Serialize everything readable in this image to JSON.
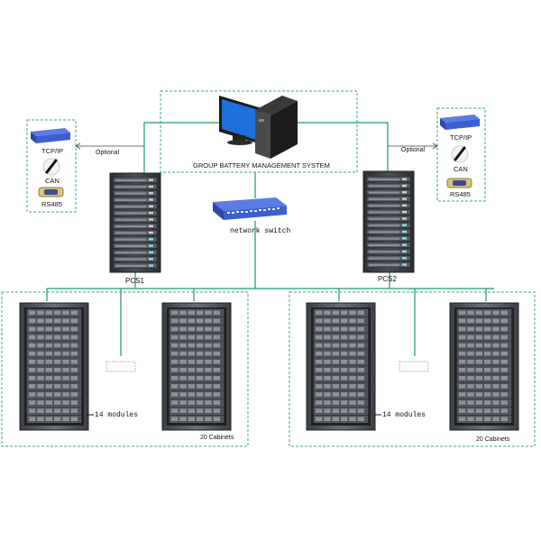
{
  "bms": {
    "title": "GROUP BATTERY MANAGEMENT SYSTEM"
  },
  "switch": {
    "label": "network switch"
  },
  "pcs": [
    {
      "label": "PCS1"
    },
    {
      "label": "PCS2"
    }
  ],
  "interfaces_left": {
    "optional": "Optional",
    "items": [
      "TCP/IP",
      "CAN",
      "RS485"
    ]
  },
  "interfaces_right": {
    "optional": "Optional",
    "items": [
      "TCP/IP",
      "CAN",
      "RS485"
    ]
  },
  "groups": [
    {
      "modules": "14 modules",
      "cabinets": "20 Cabinets"
    },
    {
      "modules": "14 modules",
      "cabinets": "20 Cabinets"
    }
  ],
  "colors": {
    "line": "#1a9a6c",
    "dashed": "#3aaa7a",
    "rack_dark": "#3a3d42",
    "switch_blue": "#3a5fd0",
    "monitor_blue": "#1e6fd9"
  }
}
